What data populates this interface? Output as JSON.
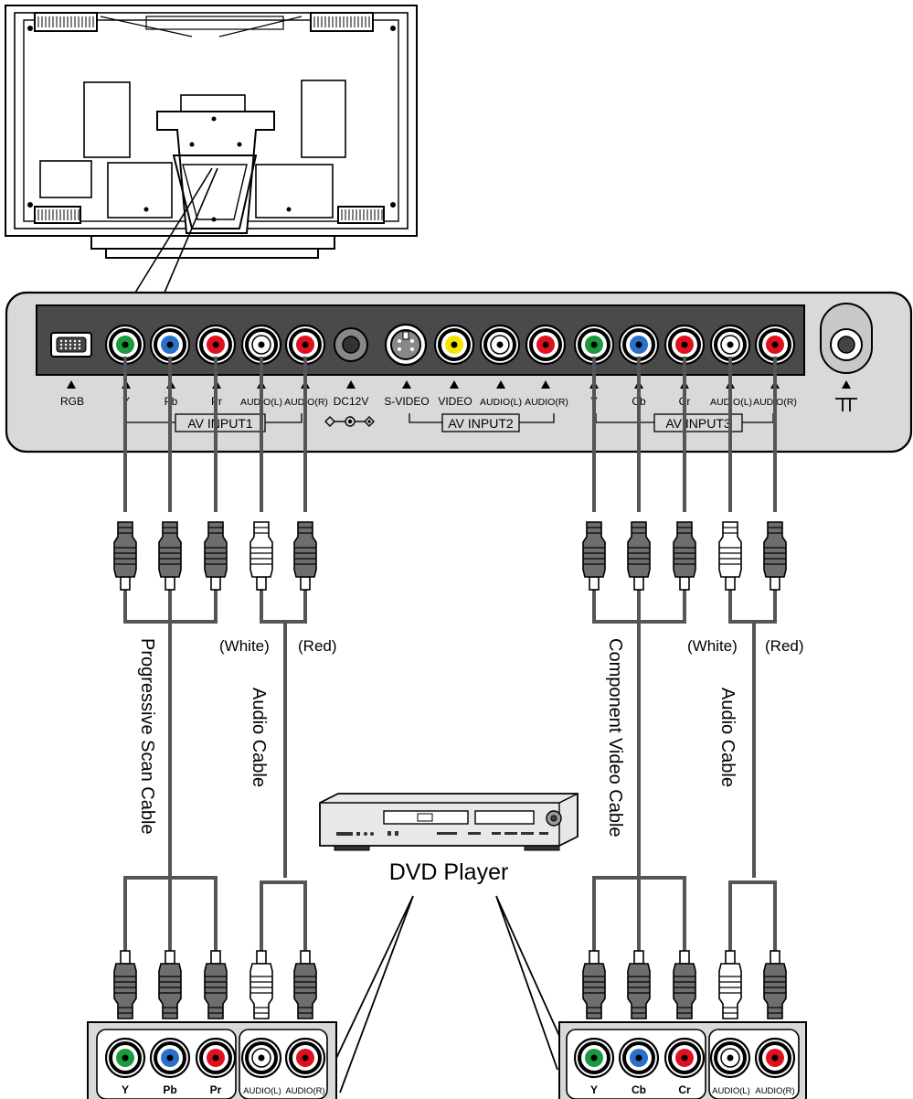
{
  "panel": {
    "ports": {
      "rgb": "RGB",
      "y1": "Y",
      "pb1": "Pb",
      "pr1": "Pr",
      "audio_l1": "AUDIO(L)",
      "audio_r1": "AUDIO(R)",
      "dc12v": "DC12V",
      "svideo": "S-VIDEO",
      "video": "VIDEO",
      "audio_l2": "AUDIO(L)",
      "audio_r2": "AUDIO(R)",
      "y3": "Y",
      "cb3": "Cb",
      "cr3": "Cr",
      "audio_l3": "AUDIO(L)",
      "audio_r3": "AUDIO(R)"
    },
    "groups": {
      "av1": "AV INPUT1",
      "av2": "AV INPUT2",
      "av3": "AV INPUT3"
    }
  },
  "cables": {
    "left_white": "(White)",
    "left_red": "(Red)",
    "right_white": "(White)",
    "right_red": "(Red)",
    "progressive": "Progressive Scan Cable",
    "audio_left": "Audio Cable",
    "component": "Component Video Cable",
    "audio_right": "Audio Cable"
  },
  "device": {
    "label": "DVD Player"
  },
  "dvd_left": {
    "y": "Y",
    "pb": "Pb",
    "pr": "Pr",
    "audio_l": "AUDIO(L)",
    "audio_r": "AUDIO(R)"
  },
  "dvd_right": {
    "y": "Y",
    "cb": "Cb",
    "cr": "Cr",
    "audio_l": "AUDIO(L)",
    "audio_r": "AUDIO(R)"
  },
  "colors": {
    "green": "#1a9a3c",
    "blue": "#2a6fc9",
    "red": "#e0101e",
    "yellow": "#f5e400",
    "panel": "#d9d9d9",
    "panel_inner": "#4a4a4a",
    "cable": "#555555",
    "plug": "#6e6e6e"
  }
}
